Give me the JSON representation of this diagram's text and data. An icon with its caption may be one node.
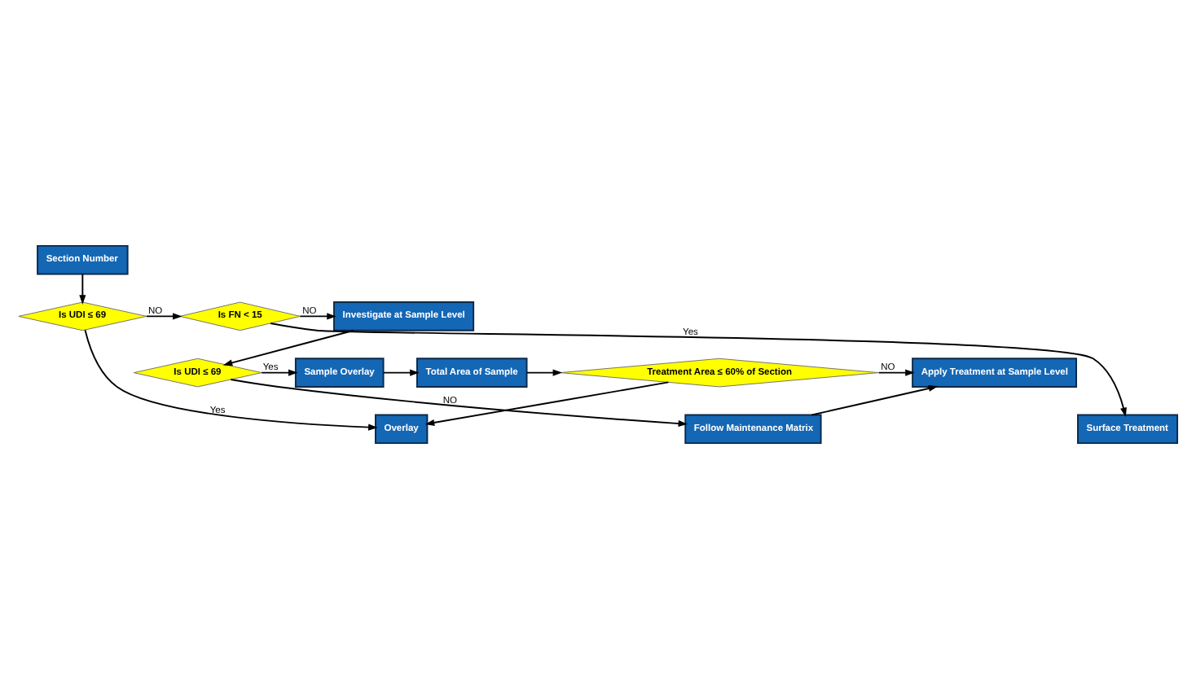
{
  "diagram": {
    "nodes": [
      {
        "text": [
          "Section Number"
        ]
      },
      {
        "text": [
          "Is UDI ≤ 69"
        ]
      },
      {
        "text": [
          "Is FN < 15"
        ]
      },
      {
        "text": [
          "Investigate at Sample Level"
        ]
      },
      {
        "text": [
          "Surface Treatment"
        ]
      },
      {
        "text": [
          "Overlay"
        ]
      },
      {
        "text": [
          "Is UDI ≤ 69"
        ]
      },
      {
        "text": [
          "Sample Overlay"
        ]
      },
      {
        "text": [
          "Total Area of Sample"
        ]
      },
      {
        "text": [
          "Treatment Area ≤ 60% of Section"
        ]
      },
      {
        "text": [
          "Apply Treatment at Sample Level"
        ]
      },
      {
        "text": [
          "Follow Maintenance Matrix"
        ]
      }
    ],
    "edges": [
      {
        "from": 0,
        "to": 1,
        "arrow": "to"
      },
      {
        "from": 1,
        "to": 2,
        "arrow": "to",
        "label": "NO"
      },
      {
        "from": 2,
        "to": 3,
        "arrow": "to",
        "label": "NO"
      },
      {
        "from": 2,
        "to": 4,
        "arrow": "to",
        "label": "Yes"
      },
      {
        "from": 1,
        "to": 5,
        "arrow": "to",
        "label": "Yes"
      },
      {
        "from": 3,
        "to": 6,
        "arrow": "to"
      },
      {
        "from": 6,
        "to": 7,
        "arrow": "to",
        "label": "Yes"
      },
      {
        "from": 7,
        "to": 8,
        "arrow": "to"
      },
      {
        "from": 8,
        "to": 9,
        "arrow": "to"
      },
      {
        "from": 9,
        "to": 5,
        "arrow": "to"
      },
      {
        "from": 9,
        "to": 10,
        "arrow": "to",
        "label": "NO"
      },
      {
        "from": 6,
        "to": 11,
        "arrow": "to",
        "label": "NO"
      },
      {
        "from": 11,
        "to": 10,
        "arrow": "to"
      }
    ]
  }
}
